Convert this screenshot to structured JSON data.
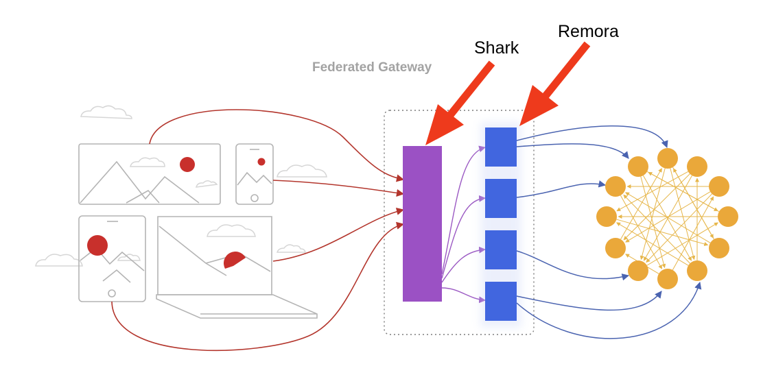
{
  "title": "Federated Gateway",
  "labels": {
    "shark": "Shark",
    "remora": "Remora"
  },
  "colors": {
    "client_link": "#b3352c",
    "gateway_link": "#9b59c3",
    "remora_link": "#4a63b0",
    "service_link": "#e6b64a",
    "shark_fill": "#9b51c4",
    "remora_fill": "#4166df",
    "service_fill": "#eaa83a",
    "arrow": "#ee3a1c",
    "device_outline": "#b4b4b4",
    "accent_dot": "#c8302c"
  },
  "counts": {
    "remoras": 4,
    "services": 12
  }
}
